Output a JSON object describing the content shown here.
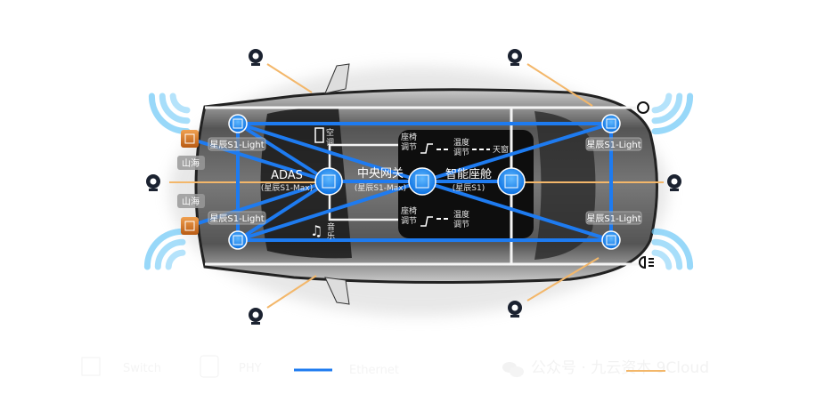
{
  "nodes": {
    "adas": {
      "title": "ADAS",
      "sub": "(星辰S1-Max)"
    },
    "gateway": {
      "title": "中央网关",
      "sub": "(星辰S1-Max)"
    },
    "cockpit": {
      "title": "智能座舱",
      "sub": "(星辰S1)"
    },
    "light_label": "星辰S1-Light",
    "shanhai_label": "山海"
  },
  "functions": {
    "ac": [
      "空",
      "调"
    ],
    "music": [
      "音",
      "乐"
    ],
    "seat": [
      "座椅",
      "调节"
    ],
    "temp": [
      "温度",
      "调节"
    ],
    "sunroof": "天窗"
  },
  "legend": {
    "switch": "Switch",
    "phy": "PHY",
    "ethernet": "Ethernet"
  },
  "watermark": "公众号 · 九云资本 9Cloud",
  "colors": {
    "ethernet": "#1e7bf0",
    "phy": "#d9822b",
    "camera_link": "#f3b76a"
  }
}
